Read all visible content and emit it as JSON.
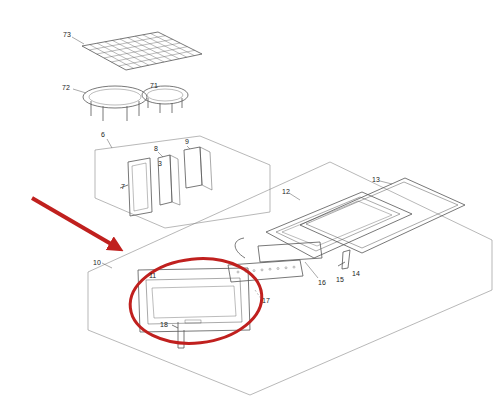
{
  "diagram": {
    "labels": [
      "73",
      "72",
      "71",
      "6",
      "9",
      "8",
      "3",
      "7",
      "10",
      "12",
      "13",
      "11",
      "14",
      "15",
      "16",
      "17",
      "18"
    ]
  }
}
